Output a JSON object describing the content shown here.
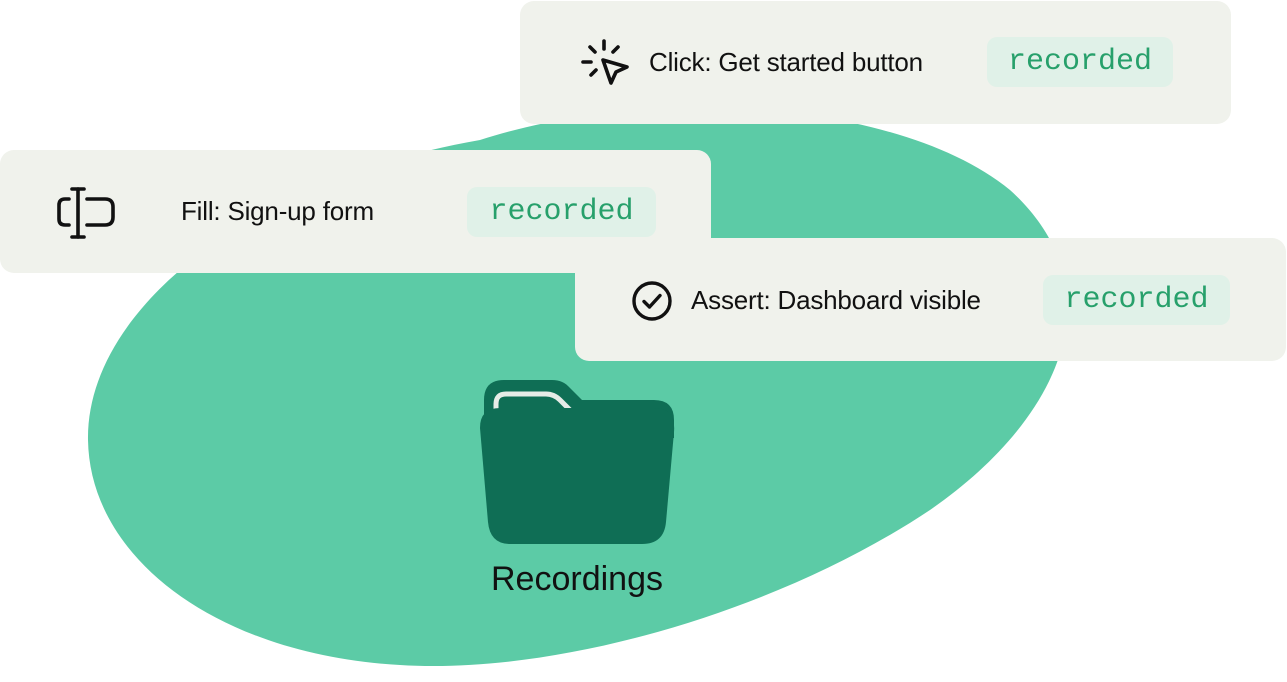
{
  "cards": [
    {
      "icon": "cursor-click-icon",
      "label": "Click: Get started button",
      "status": "recorded"
    },
    {
      "icon": "text-cursor-input-icon",
      "label": "Fill: Sign-up form",
      "status": "recorded"
    },
    {
      "icon": "check-circle-icon",
      "label": "Assert: Dashboard visible",
      "status": "recorded"
    }
  ],
  "folder": {
    "icon": "folder-icon",
    "label": "Recordings"
  },
  "colors": {
    "blob": "#5ccba6",
    "folder": "#0f6e55",
    "card_bg": "#f0f2ec",
    "badge_bg": "#e0f1e8",
    "badge_text": "#27a06b"
  }
}
